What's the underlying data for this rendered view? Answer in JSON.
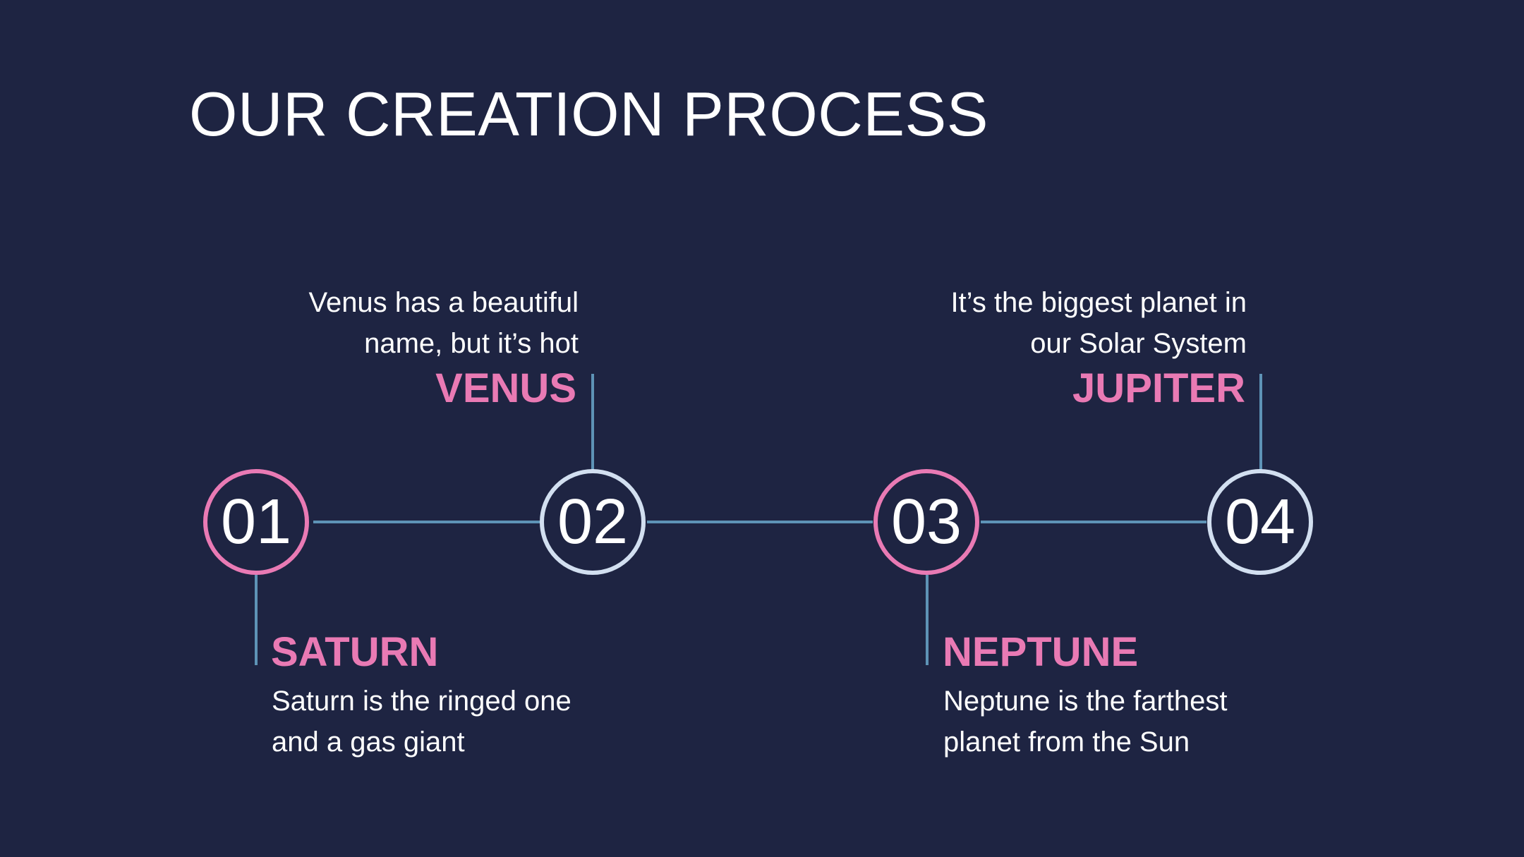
{
  "title": "OUR CREATION PROCESS",
  "colors": {
    "background": "#1e2442",
    "accent_pink": "#e97ab4",
    "accent_light": "#d2dff0",
    "connector": "#5e93b6",
    "text": "#ffffff"
  },
  "steps": [
    {
      "number": "01",
      "name": "SATURN",
      "description": [
        "Saturn is the ringed one",
        "and a gas giant"
      ]
    },
    {
      "number": "02",
      "name": "VENUS",
      "description": [
        "Venus has a beautiful",
        "name, but it’s hot"
      ]
    },
    {
      "number": "03",
      "name": "NEPTUNE",
      "description": [
        "Neptune is the farthest",
        "planet from the Sun"
      ]
    },
    {
      "number": "04",
      "name": "JUPITER",
      "description": [
        "It’s the biggest planet in",
        "our Solar System"
      ]
    }
  ]
}
